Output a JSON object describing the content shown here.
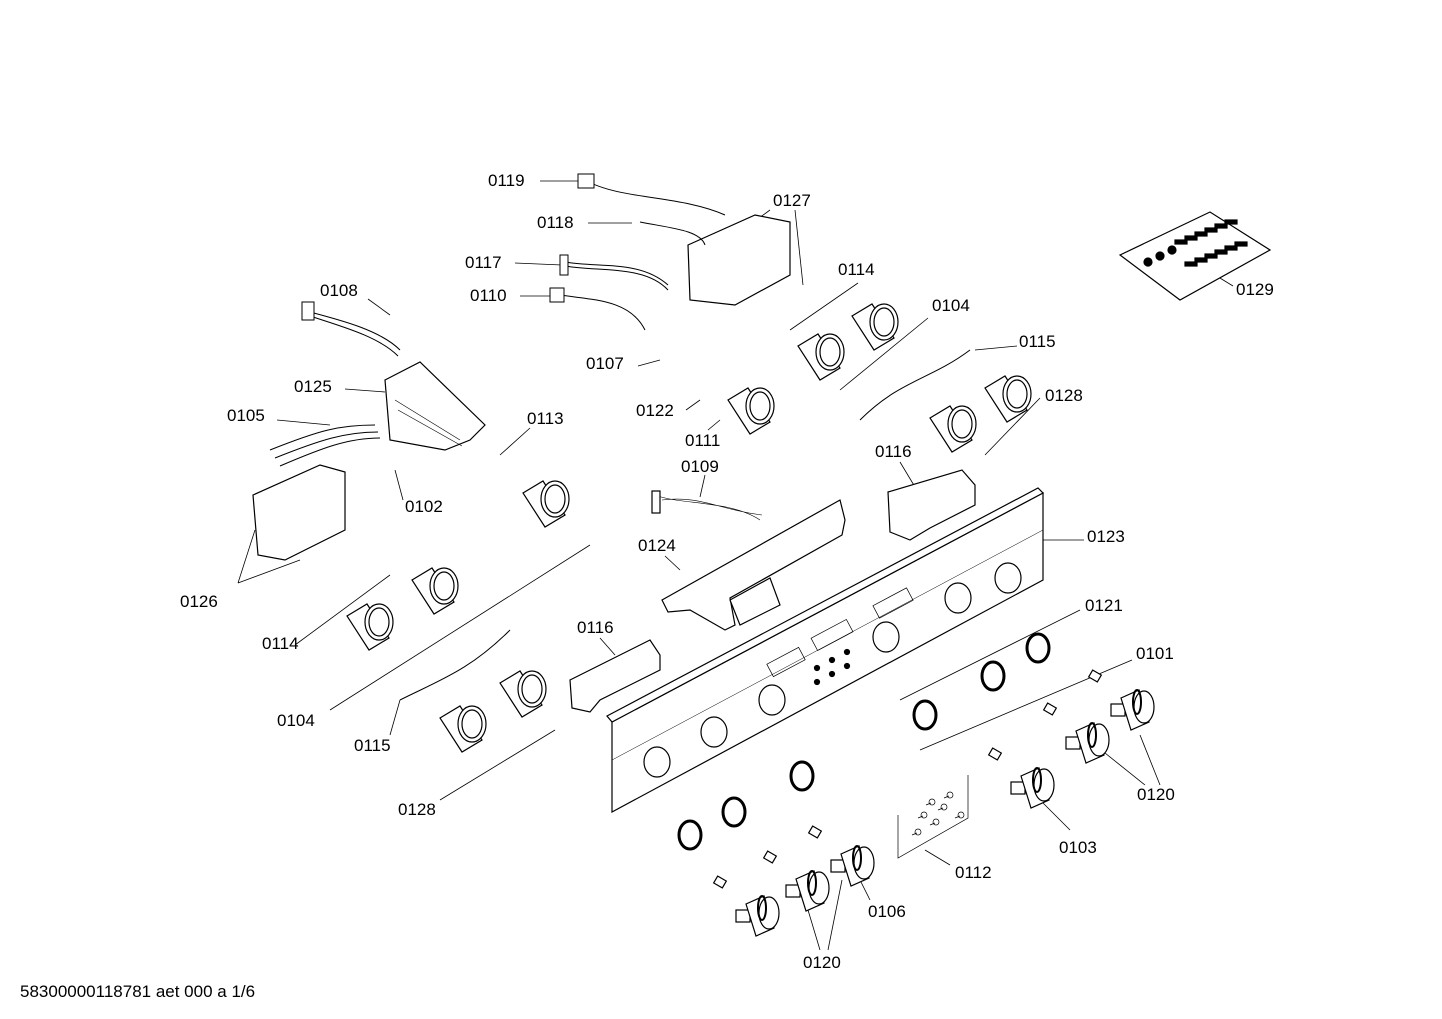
{
  "labels": [
    "0119",
    "0118",
    "0127",
    "0117",
    "0110",
    "0114",
    "0108",
    "0104",
    "0129",
    "0115",
    "0107",
    "0125",
    "0128",
    "0122",
    "0113",
    "0105",
    "0111",
    "0116",
    "0109",
    "0102",
    "0123",
    "0124",
    "0126",
    "0121",
    "0114",
    "0116",
    "0101",
    "0104",
    "0115",
    "0120",
    "0128",
    "0103",
    "0112",
    "0106",
    "0120"
  ],
  "footer": "58300000118781 aet 000 a 1/6"
}
